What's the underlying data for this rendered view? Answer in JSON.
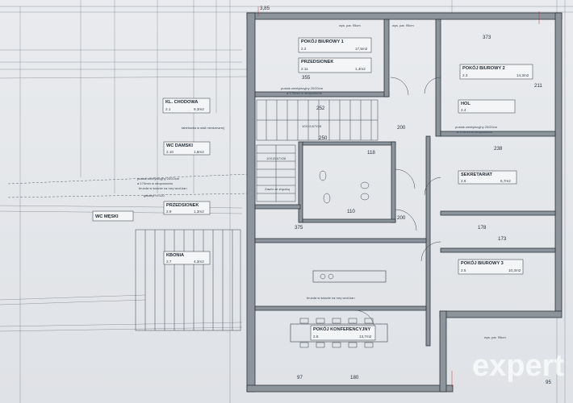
{
  "rooms": [
    {
      "name": "POKÓJ BIUROWY 1",
      "no": "2.2",
      "area": "17,5m2"
    },
    {
      "name": "PRZEDSIONEK",
      "no": "2.11",
      "area": "1,4m2"
    },
    {
      "name": "POKÓJ BIUROWY 2",
      "no": "2.3",
      "area": "14,3m2"
    },
    {
      "name": "KL. CHODOWA",
      "no": "2.1",
      "area": "9,3m2"
    },
    {
      "name": "HOL",
      "no": "2.4",
      "area": ""
    },
    {
      "name": "WC DAMSKI",
      "no": "2.10",
      "area": "1,8m2"
    },
    {
      "name": "SEKRETARIAT",
      "no": "2.6",
      "area": "6,7m2"
    },
    {
      "name": "PRZEDSIONEK",
      "no": "2.9",
      "area": "1,3m2"
    },
    {
      "name": "WC MĘSKI",
      "no": "",
      "area": ""
    },
    {
      "name": "KBONIA",
      "no": "2.7",
      "area": "4,3m2"
    },
    {
      "name": "POKÓJ BIUROWY 3",
      "no": "2.5",
      "area": "10,3m2"
    },
    {
      "name": "POKÓJ KONFERENCYJNY",
      "no": "2.8",
      "area": "13,7m2"
    }
  ],
  "notes": {
    "shaft1": "pustak wentylacyjny 20/20cm",
    "shaft1b": "ø 170mm w stropodachu",
    "shaft2": "pustak wentylacyjny 20/20cm",
    "shaft2b": "ø 170mm w stropodachu",
    "shaft3": "pustak wentylacyjny 20/20cm",
    "shaft3b": "ø 170mm w stropodachu",
    "wall_note": "tabelówka w stali nierdzewnej",
    "zawor": "Zawór ze złączką",
    "bruzda1": "bruzda w ścianie na rury wod-kan",
    "bruzda2": "bruzda w ścianie na rury wod-kan",
    "gabaryt": "gabaryt h=120",
    "stair": "10X15,67X28",
    "stair2": "10X15,67X28",
    "wys_par1": "wys. par. 95cm",
    "wys_par2": "wys. par. 95cm",
    "wys_par3": "wys. par. 95cm"
  },
  "dims": {
    "top_left": "3,85",
    "d1": "373",
    "d2": "211",
    "d3": "355",
    "d4": "252",
    "d5": "250",
    "d6": "118",
    "d7": "200",
    "d8": "375",
    "d9": "173",
    "d10": "178",
    "d11": "110",
    "d12": "97",
    "d13": "180",
    "d14": "238",
    "d15": "200",
    "d16": "95"
  },
  "watermark": {
    "text": "expert"
  }
}
